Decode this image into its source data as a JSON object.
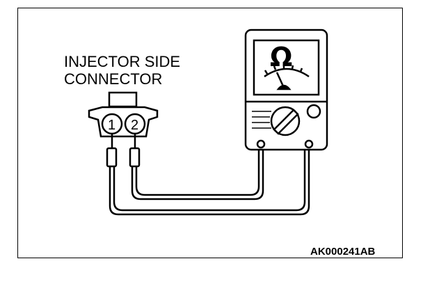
{
  "diagram": {
    "label_line1": "INJECTOR SIDE",
    "label_line2": "CONNECTOR",
    "pin1": "1",
    "pin2": "2",
    "meter_symbol": "Ω",
    "figure_code": "AK000241AB"
  }
}
